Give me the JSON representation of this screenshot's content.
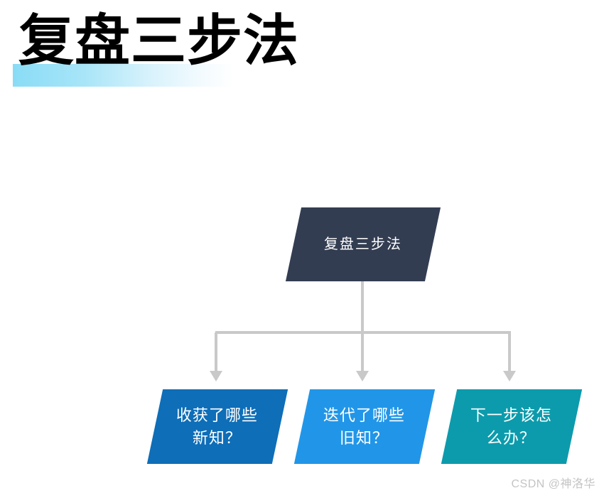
{
  "slide": {
    "title": "复盘三步法",
    "background_color": "#ffffff",
    "highlight_color": "#89dcf6"
  },
  "diagram": {
    "type": "tree",
    "connector_color": "#c9c9c9",
    "root": {
      "label": "复盘三步法",
      "color": "#333d52",
      "shape": "parallelogram"
    },
    "leaves": [
      {
        "label": "收获了哪些\n新知？",
        "color": "#0e6eb8",
        "shape": "parallelogram"
      },
      {
        "label": "迭代了哪些\n旧知？",
        "color": "#2196e8",
        "shape": "parallelogram"
      },
      {
        "label": "下一步该怎\n么办？",
        "color": "#0c9bac",
        "shape": "parallelogram"
      }
    ]
  },
  "watermark": {
    "text": "CSDN @神洛华",
    "color": "#c4c4c4"
  }
}
